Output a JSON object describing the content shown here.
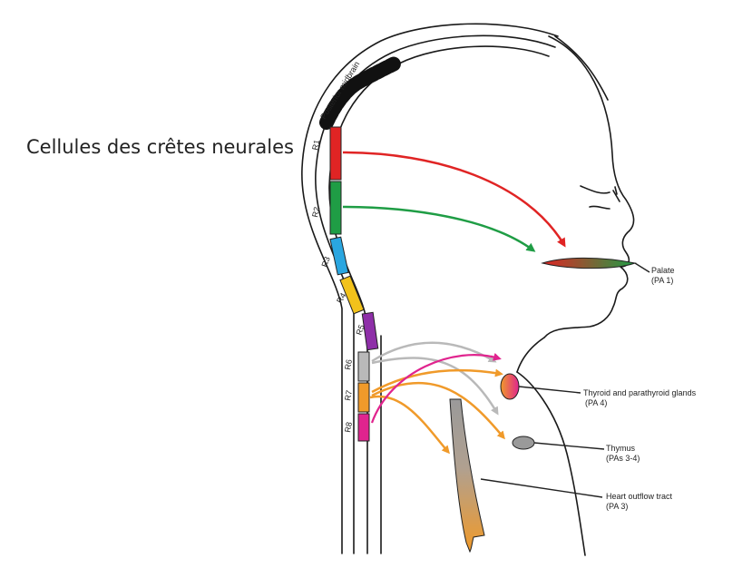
{
  "title": "Cellules des crêtes neurales",
  "diagram_label": "Posterior midbrain",
  "segments": [
    {
      "id": "R1",
      "label": "R1",
      "color": "#e02424"
    },
    {
      "id": "R2",
      "label": "R2",
      "color": "#1f9d45"
    },
    {
      "id": "R3",
      "label": "R3",
      "color": "#2aa6e0"
    },
    {
      "id": "R4",
      "label": "R4",
      "color": "#f2c21b"
    },
    {
      "id": "R5",
      "label": "R5",
      "color": "#8e2fa8"
    },
    {
      "id": "R6",
      "label": "R6",
      "color": "#b9b9b9"
    },
    {
      "id": "R7",
      "label": "R7",
      "color": "#f09a2a"
    },
    {
      "id": "R8",
      "label": "R8",
      "color": "#e0248e"
    }
  ],
  "targets": [
    {
      "id": "palate",
      "name": "Palate",
      "detail": "(PA 1)"
    },
    {
      "id": "thyroid",
      "name": "Thyroid and parathyroid glands",
      "detail": "(PA 4)"
    },
    {
      "id": "thymus",
      "name": "Thymus",
      "detail": "(PAs 3-4)"
    },
    {
      "id": "heart",
      "name": "Heart outflow tract",
      "detail": "(PA 3)"
    }
  ],
  "colors": {
    "outline": "#1a1a1a",
    "midbrain": "#111111",
    "palate_gradient": [
      "#e02424",
      "#1f9d45"
    ],
    "thyroid_gradient": [
      "#f09a2a",
      "#e0248e"
    ],
    "thymus": "#9a9a9a",
    "heart_gradient": [
      "#9a9a9a",
      "#f09a2a"
    ]
  }
}
